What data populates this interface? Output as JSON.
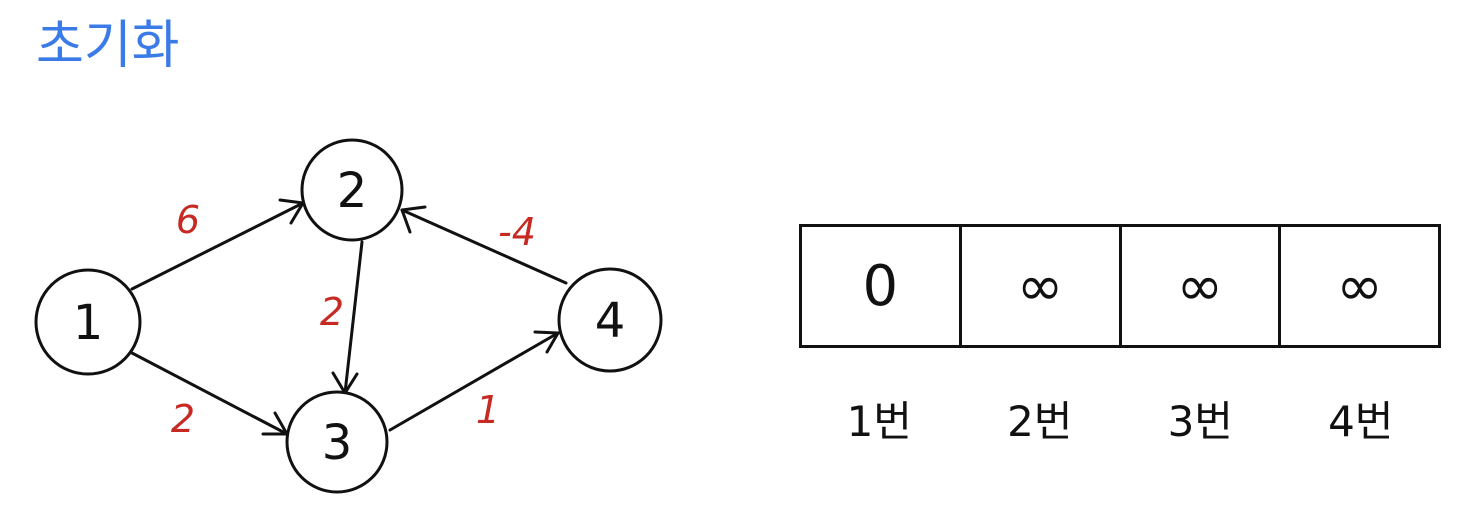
{
  "title": "초기화",
  "colors": {
    "title": "#3b7be8",
    "weight": "#c62a22",
    "stroke": "#111111"
  },
  "graph": {
    "nodes": [
      "1",
      "2",
      "3",
      "4"
    ],
    "edges": [
      {
        "from": "1",
        "to": "2",
        "weight": "6"
      },
      {
        "from": "1",
        "to": "3",
        "weight": "2"
      },
      {
        "from": "2",
        "to": "3",
        "weight": "2"
      },
      {
        "from": "3",
        "to": "4",
        "weight": "1"
      },
      {
        "from": "4",
        "to": "2",
        "weight": "-4"
      }
    ]
  },
  "distance_table": {
    "values": [
      "0",
      "∞",
      "∞",
      "∞"
    ],
    "labels": [
      "1번",
      "2번",
      "3번",
      "4번"
    ]
  }
}
